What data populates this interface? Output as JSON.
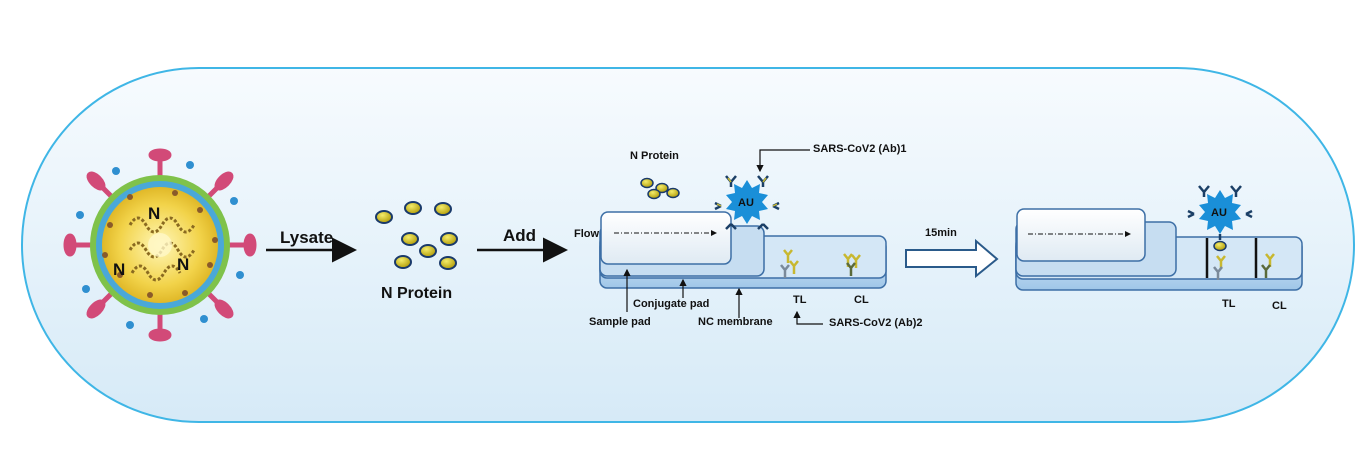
{
  "colors": {
    "panel_border": "#3fb6e6",
    "panel_fill_top": "#f6fbfe",
    "panel_fill_bottom": "#d8ecf8",
    "strip_fill": "#bcd9f1",
    "particle": "#d8c21a",
    "gold_nanoparticle": "#1a8fd8",
    "antibody": "#c8b830"
  },
  "virus": {
    "n_labels": [
      "N",
      "N",
      "N"
    ]
  },
  "steps": {
    "lysate_label": "Lysate",
    "add_label": "Add",
    "time_label": "15min"
  },
  "n_protein": {
    "label_large": "N Protein",
    "label_small": "N Protein"
  },
  "strip": {
    "flow_label": "Flow",
    "sample_pad": "Sample pad",
    "conjugate_pad": "Conjugate pad",
    "nc_membrane": "NC membrane",
    "tl": "TL",
    "cl": "CL",
    "ab1": "SARS-CoV2 (Ab)1",
    "ab2": "SARS-CoV2 (Ab)2",
    "au": "AU"
  },
  "result": {
    "tl": "TL",
    "cl": "CL",
    "au": "AU"
  }
}
